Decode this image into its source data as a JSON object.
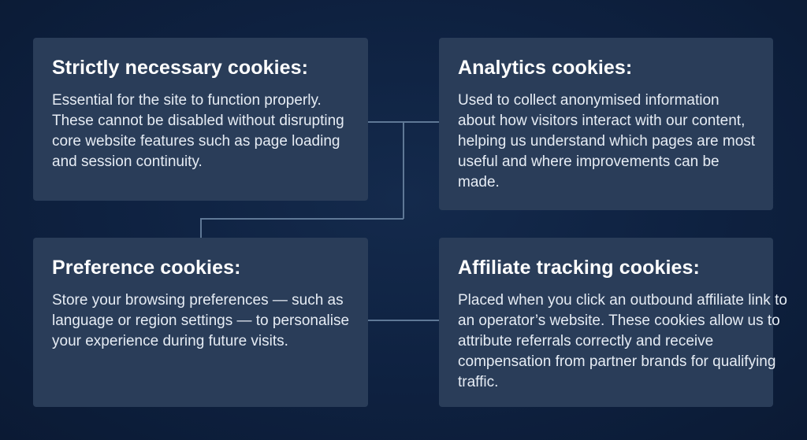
{
  "cards": {
    "strict": {
      "title": "Strictly necessary cookies:",
      "description": "Essential for the site to function properly. These cannot be disabled without disrupting core website features such as page loading and session continuity."
    },
    "analytics": {
      "title": "Analytics cookies:",
      "description": "Used to collect anonymised information about how visitors interact with our content, helping us understand which pages are most useful and where improvements can be made."
    },
    "preference": {
      "title": "Preference cookies:",
      "description": "Store your browsing preferences — such as language or region settings — to personalise your experience during future visits."
    },
    "affiliate": {
      "title": "Affiliate tracking cookies:",
      "description": "Placed when you click an outbound affiliate link to an operator’s website. These cookies allow us to attribute referrals correctly and receive compensation from partner brands for qualifying traffic."
    }
  },
  "colors": {
    "background": "#0c1c38",
    "card": "#2a3d59",
    "connector": "#5f7896",
    "text": "#ffffff"
  }
}
